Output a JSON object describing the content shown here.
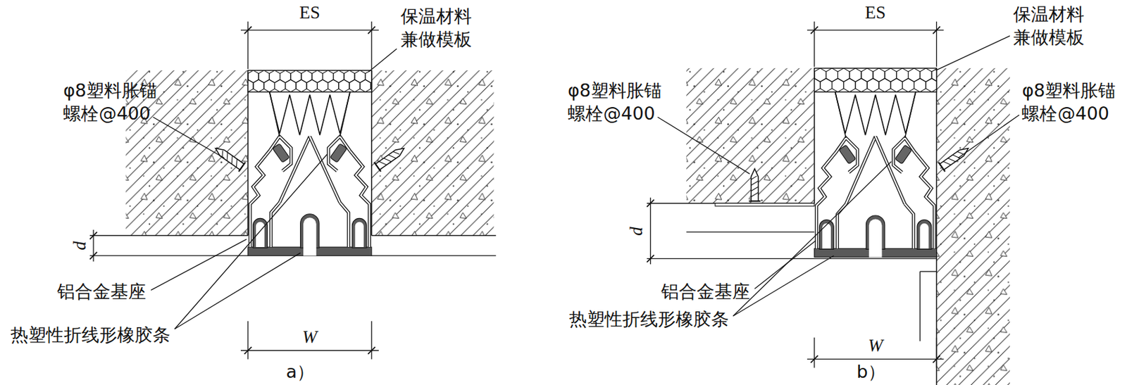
{
  "diagram": {
    "labels": [
      "ES",
      "保温材料 兼做模板",
      "φ8塑料胀锚 螺栓@400",
      "d",
      "铝合金基座",
      "热塑性折线形橡胶条",
      "W",
      "a）",
      "ES",
      "保温材料 兼做模板",
      "φ8塑料胀锚 螺栓@400",
      "φ8塑料胀锚 螺栓@400",
      "d",
      "铝合金基座",
      "热塑性折线形橡胶条",
      "W",
      "b）"
    ]
  }
}
